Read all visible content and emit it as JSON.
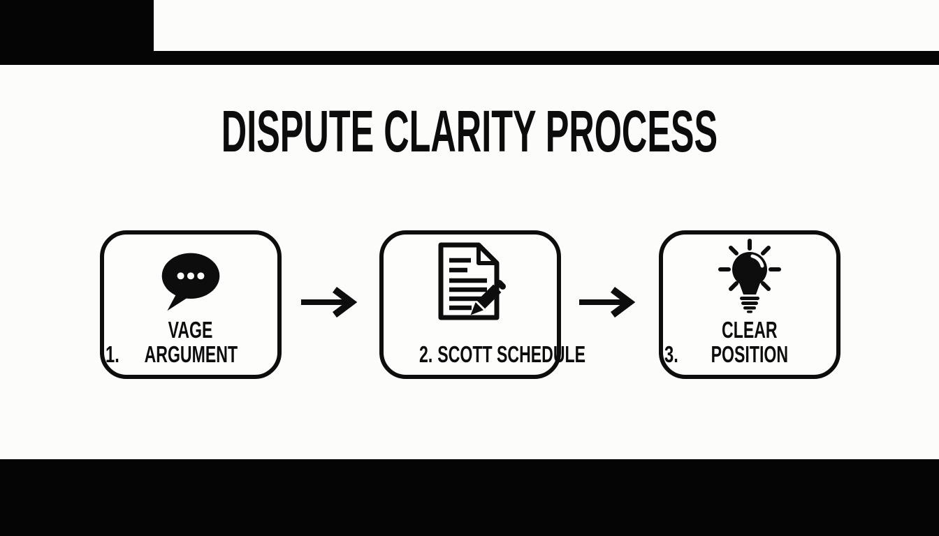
{
  "title": "DISPUTE CLARITY PROCESS",
  "steps": [
    {
      "number": "1.",
      "lines": [
        "VAGE",
        "ARGUMENT"
      ],
      "icon": "speech-bubble-icon"
    },
    {
      "number": "2.",
      "lines": [
        "SCOTT SCHEDULE"
      ],
      "icon": "document-pencil-icon"
    },
    {
      "number": "3.",
      "lines": [
        "CLEAR",
        "POSITION"
      ],
      "icon": "lightbulb-icon"
    }
  ],
  "arrows": [
    {
      "icon": "right-arrow-icon"
    },
    {
      "icon": "right-arrow-icon"
    }
  ],
  "colors": {
    "ink": "#0d0d0d",
    "bar_black": "#050505",
    "background": "#fcfcfb"
  }
}
